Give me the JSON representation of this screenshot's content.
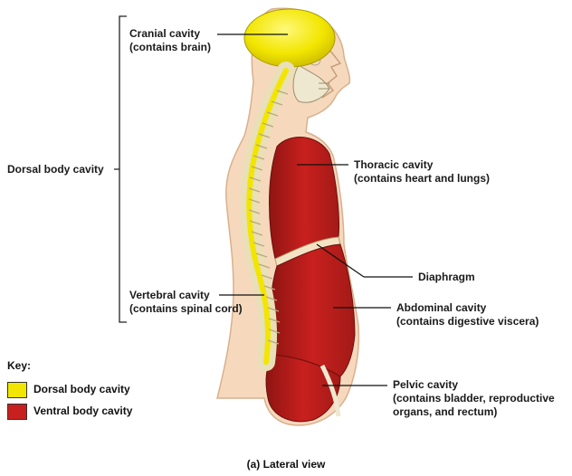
{
  "labels": {
    "cranial": [
      "Cranial cavity",
      "(contains brain)"
    ],
    "dorsal": "Dorsal body cavity",
    "thoracic": [
      "Thoracic cavity",
      "(contains heart and lungs)"
    ],
    "diaphragm": "Diaphragm",
    "vertebral": [
      "Vertebral cavity",
      "(contains spinal cord)"
    ],
    "abdominal": [
      "Abdominal cavity",
      "(contains digestive viscera)"
    ],
    "pelvic": [
      "Pelvic cavity",
      "(contains bladder, reproductive",
      "organs, and rectum)"
    ]
  },
  "key": {
    "title": "Key:",
    "items": [
      {
        "label": "Dorsal body cavity",
        "color": "#f2e600"
      },
      {
        "label": "Ventral body cavity",
        "color": "#c8201e"
      }
    ]
  },
  "caption": "(a) Lateral view",
  "colors": {
    "skin": "#f6d9bd",
    "skin_outline": "#d9b08d",
    "dorsal": "#f2e600",
    "ventral": "#c8201e",
    "bone": "#efe8d0"
  }
}
